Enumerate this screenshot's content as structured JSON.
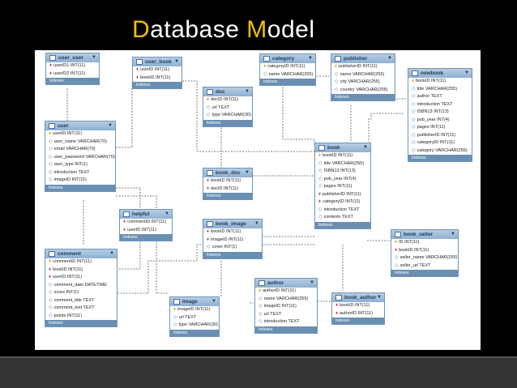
{
  "title": {
    "part1_hl": "D",
    "part1_rest": "atabase ",
    "part2_hl": "M",
    "part2_rest": "odel"
  },
  "index_label": "Indexes",
  "tables": {
    "user_user": {
      "name": "user_user",
      "rows": [
        {
          "k": "fk",
          "t": "userID1 INT(11)"
        },
        {
          "k": "fk",
          "t": "userID2 INT(11)"
        }
      ]
    },
    "user_book": {
      "name": "user_book",
      "rows": [
        {
          "k": "fk",
          "t": "userID INT(11)"
        },
        {
          "k": "fk",
          "t": "bookID INT(11)"
        }
      ]
    },
    "category": {
      "name": "category",
      "rows": [
        {
          "k": "key",
          "t": "categoryID INT(11)"
        },
        {
          "k": "dia",
          "t": "name VARCHAR(255)"
        }
      ]
    },
    "publisher": {
      "name": "publisher",
      "rows": [
        {
          "k": "key",
          "t": "publisherID INT(11)"
        },
        {
          "k": "dia",
          "t": "name VARCHAR(255)"
        },
        {
          "k": "dia",
          "t": "city VARCHAR(255)"
        },
        {
          "k": "dia",
          "t": "country VARCHAR(255)"
        }
      ]
    },
    "newbook": {
      "name": "newbook",
      "rows": [
        {
          "k": "key",
          "t": "bookID INT(11)"
        },
        {
          "k": "dia",
          "t": "title VARCHAR(255)"
        },
        {
          "k": "dia",
          "t": "author TEXT"
        },
        {
          "k": "dia",
          "t": "introduction TEXT"
        },
        {
          "k": "dia",
          "t": "ISBN13 INT(13)"
        },
        {
          "k": "dia",
          "t": "pub_year INT(4)"
        },
        {
          "k": "dia",
          "t": "pages INT(11)"
        },
        {
          "k": "dia",
          "t": "publisherID INT(11)"
        },
        {
          "k": "dia",
          "t": "categoryID INT(11)"
        },
        {
          "k": "dia",
          "t": "category VARCHAR(255)"
        }
      ]
    },
    "doc": {
      "name": "doc",
      "rows": [
        {
          "k": "key",
          "t": "docID INT(11)"
        },
        {
          "k": "dia",
          "t": "url TEXT"
        },
        {
          "k": "dia",
          "t": "type VARCHAR(30)"
        }
      ]
    },
    "user": {
      "name": "user",
      "rows": [
        {
          "k": "key",
          "t": "userID INT(11)"
        },
        {
          "k": "dia",
          "t": "user_name VARCHAR(70)"
        },
        {
          "k": "dia",
          "t": "email VARCHAR(70)"
        },
        {
          "k": "dia",
          "t": "user_password VARCHAR(70)"
        },
        {
          "k": "dia",
          "t": "user_type INT(1)"
        },
        {
          "k": "dia",
          "t": "introduction TEXT"
        },
        {
          "k": "dia",
          "t": "imageID INT(11)"
        }
      ]
    },
    "book": {
      "name": "book",
      "rows": [
        {
          "k": "key",
          "t": "bookID INT(11)"
        },
        {
          "k": "dia",
          "t": "title VARCHAR(255)"
        },
        {
          "k": "dia",
          "t": "ISBN13 INT(13)"
        },
        {
          "k": "dia",
          "t": "pub_year INT(4)"
        },
        {
          "k": "dia",
          "t": "pages INT(11)"
        },
        {
          "k": "fk",
          "t": "publisherID INT(11)"
        },
        {
          "k": "fk",
          "t": "categoryID INT(11)"
        },
        {
          "k": "dia",
          "t": "introduction TEXT"
        },
        {
          "k": "dia",
          "t": "contents TEXT"
        }
      ]
    },
    "book_doc": {
      "name": "book_doc",
      "rows": [
        {
          "k": "fk",
          "t": "bookID INT(11)"
        },
        {
          "k": "fk",
          "t": "docID INT(11)"
        }
      ]
    },
    "helpful": {
      "name": "helpful",
      "rows": [
        {
          "k": "fk",
          "t": "commentID INT(11)"
        },
        {
          "k": "fk",
          "t": "userID INT(11)"
        }
      ]
    },
    "book_image": {
      "name": "book_image",
      "rows": [
        {
          "k": "fk",
          "t": "bookID INT(11)"
        },
        {
          "k": "fk",
          "t": "imageID INT(11)"
        },
        {
          "k": "dia",
          "t": "cover INT(1)"
        }
      ]
    },
    "book_seller": {
      "name": "book_seller",
      "rows": [
        {
          "k": "key",
          "t": "ID INT(11)"
        },
        {
          "k": "fk",
          "t": "bookID INT(11)"
        },
        {
          "k": "dia",
          "t": "seller_name VARCHAR(255)"
        },
        {
          "k": "dia",
          "t": "seller_url TEXT"
        }
      ]
    },
    "comment": {
      "name": "comment",
      "rows": [
        {
          "k": "key",
          "t": "commentID INT(11)"
        },
        {
          "k": "fk",
          "t": "bookID INT(11)"
        },
        {
          "k": "fk",
          "t": "userID INT(11)"
        },
        {
          "k": "dia",
          "t": "comment_date DATETIME"
        },
        {
          "k": "dia",
          "t": "score INT(1)"
        },
        {
          "k": "dia",
          "t": "comment_title TEXT"
        },
        {
          "k": "dia",
          "t": "comment_text TEXT"
        },
        {
          "k": "dia",
          "t": "points INT(11)"
        }
      ]
    },
    "author": {
      "name": "author",
      "rows": [
        {
          "k": "key",
          "t": "authorID INT(11)"
        },
        {
          "k": "dia",
          "t": "name VARCHAR(255)"
        },
        {
          "k": "dia",
          "t": "imageID INT(11)"
        },
        {
          "k": "dia",
          "t": "url TEXT"
        },
        {
          "k": "dia",
          "t": "introduction TEXT"
        }
      ]
    },
    "image": {
      "name": "image",
      "rows": [
        {
          "k": "key",
          "t": "imageID INT(11)"
        },
        {
          "k": "dia",
          "t": "url TEXT"
        },
        {
          "k": "dia",
          "t": "type VARCHAR(30)"
        }
      ]
    },
    "book_author": {
      "name": "book_author",
      "rows": [
        {
          "k": "fk",
          "t": "bookID INT(11)"
        },
        {
          "k": "fk",
          "t": "authorID INT(11)"
        }
      ]
    }
  }
}
